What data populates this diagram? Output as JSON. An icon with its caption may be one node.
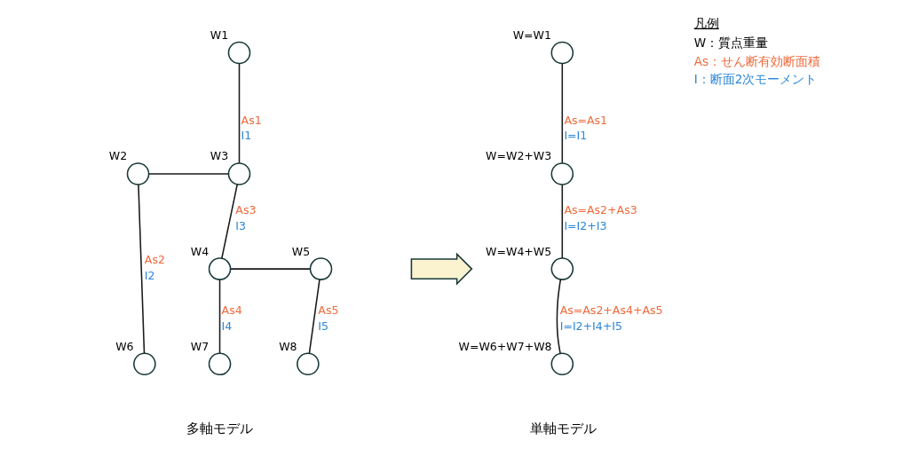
{
  "diagram": {
    "nodes": [
      {
        "text": [],
        "shape": "circle",
        "beside": [
          "W1"
        ]
      },
      {
        "text": [],
        "shape": "circle",
        "beside": [
          "W2"
        ]
      },
      {
        "text": [],
        "shape": "circle",
        "beside": [
          "W3"
        ]
      },
      {
        "text": [],
        "shape": "circle",
        "beside": [
          "W4"
        ]
      },
      {
        "text": [],
        "shape": "circle",
        "beside": [
          "W5"
        ]
      },
      {
        "text": [],
        "shape": "circle",
        "beside": [
          "W6"
        ]
      },
      {
        "text": [],
        "shape": "circle",
        "beside": [
          "W7"
        ]
      },
      {
        "text": [],
        "shape": "circle",
        "beside": [
          "W8"
        ]
      },
      {
        "text": [],
        "shape": "circle",
        "beside": [
          "W=W1"
        ]
      },
      {
        "text": [],
        "shape": "circle",
        "beside": [
          "W=W2+W3"
        ]
      },
      {
        "text": [],
        "shape": "circle",
        "beside": [
          "W=W4+W5"
        ]
      },
      {
        "text": [],
        "shape": "circle",
        "beside": [
          "W=W6+W7+W8"
        ]
      },
      {
        "text": [],
        "shape": "arrow"
      }
    ],
    "edges": [
      {
        "from": 0,
        "to": 2,
        "arrow": "none",
        "label": "As1 I1"
      },
      {
        "from": 1,
        "to": 2,
        "arrow": "none"
      },
      {
        "from": 1,
        "to": 5,
        "arrow": "none",
        "label": "As2 I2"
      },
      {
        "from": 2,
        "to": 3,
        "arrow": "none",
        "label": "As3 I3"
      },
      {
        "from": 3,
        "to": 4,
        "arrow": "none"
      },
      {
        "from": 3,
        "to": 6,
        "arrow": "none",
        "label": "As4 I4"
      },
      {
        "from": 4,
        "to": 7,
        "arrow": "none",
        "label": "As5 I5"
      },
      {
        "from": 8,
        "to": 9,
        "arrow": "none",
        "label": "As=As1 I=I1"
      },
      {
        "from": 9,
        "to": 10,
        "arrow": "none",
        "label": "As=As2+As3 I=I2+I3"
      },
      {
        "from": 10,
        "to": 11,
        "arrow": "none",
        "label": "As=As2+As4+As5 I=I2+I4+I5"
      }
    ],
    "labels": [
      "多軸モデル",
      "単軸モデル",
      "凡例",
      "W：質点重量",
      "As：せん断有効断面積",
      "I：断面2次モーメント"
    ]
  }
}
